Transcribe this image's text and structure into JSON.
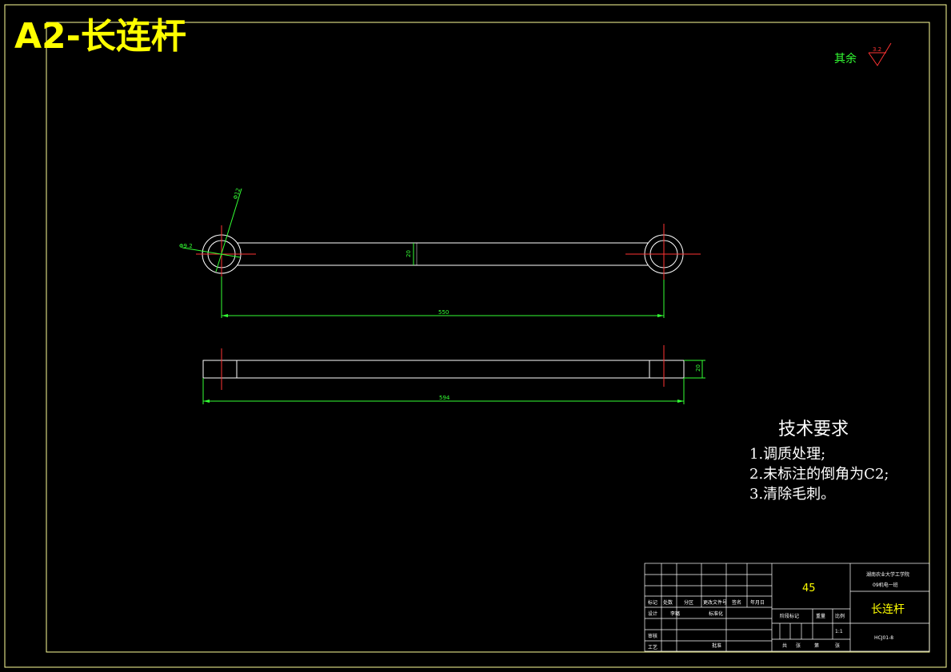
{
  "sheet_title": "A2-长连杆",
  "surface_roughness": {
    "label": "其余",
    "value": "3.2"
  },
  "tech_requirements": {
    "heading": "技术要求",
    "items": [
      "1.调质处理;",
      "2.未标注的倒角为C2;",
      "3.清除毛刺。"
    ]
  },
  "dimensions": {
    "hole_dia": "Φ9.2",
    "hole_label": "Φ12",
    "rod_height": "20",
    "center_distance": "550",
    "thickness": "20",
    "overall_length": "594"
  },
  "title_block": {
    "material": "45",
    "school_line1": "湖南农业大学工学院",
    "school_line2": "09机电一班",
    "part_name": "长连杆",
    "drawing_no": "HCJ01-8",
    "scale_value": "1:1",
    "headers": {
      "mark": "标记",
      "count": "处数",
      "zone": "分区",
      "change_doc": "更改文件号",
      "sign": "签名",
      "date": "年月日",
      "design": "设计",
      "designer": "李璐",
      "standardize": "标准化",
      "review": "审核",
      "process": "工艺",
      "approve": "批准",
      "stage_mark": "阶段标记",
      "weight": "重量",
      "scale": "比例",
      "total": "共",
      "sheets": "张",
      "no": "第",
      "sheet": "张"
    }
  },
  "colors": {
    "outline": "#ffffff",
    "dimension": "#33ff33",
    "centerline": "#ff3333",
    "frame": "#ffff99",
    "title": "#ffff00"
  }
}
